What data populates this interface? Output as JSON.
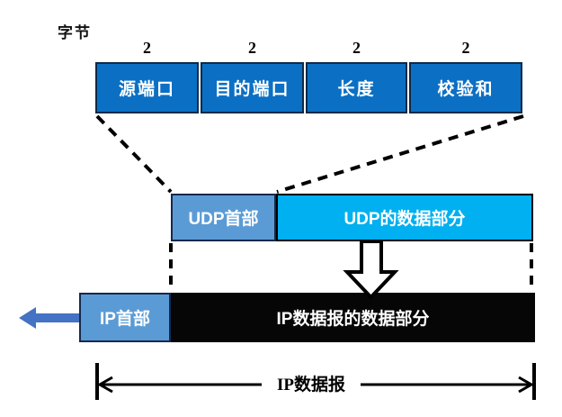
{
  "byte_label": "字节",
  "header_fields": {
    "cells": [
      {
        "size": "2",
        "label": "源端口"
      },
      {
        "size": "2",
        "label": "目的端口"
      },
      {
        "size": "2",
        "label": "长度"
      },
      {
        "size": "2",
        "label": "校验和"
      }
    ]
  },
  "udp_row": {
    "header": "UDP首部",
    "data": "UDP的数据部分"
  },
  "ip_row": {
    "header": "IP首部",
    "data": "IP数据报的数据部分"
  },
  "dimension": {
    "label": "IP数据报"
  },
  "colors": {
    "field_box_blue": "#0B70C4",
    "field_box_border": "#0E2A47",
    "udp_header_blue": "#5B9BD5",
    "udp_data_cyan": "#00B0F0",
    "ip_header_blue": "#5B9BD5",
    "ip_data_black": "#060606",
    "left_arrow_blue": "#4472C4",
    "connector_black": "#000000",
    "box_text_white": "#FFFFFF"
  },
  "icons": {
    "down_arrow": "encapsulation-down-arrow",
    "left_arrow": "send-left-arrow",
    "span_arrows": "extent-double-arrow"
  }
}
